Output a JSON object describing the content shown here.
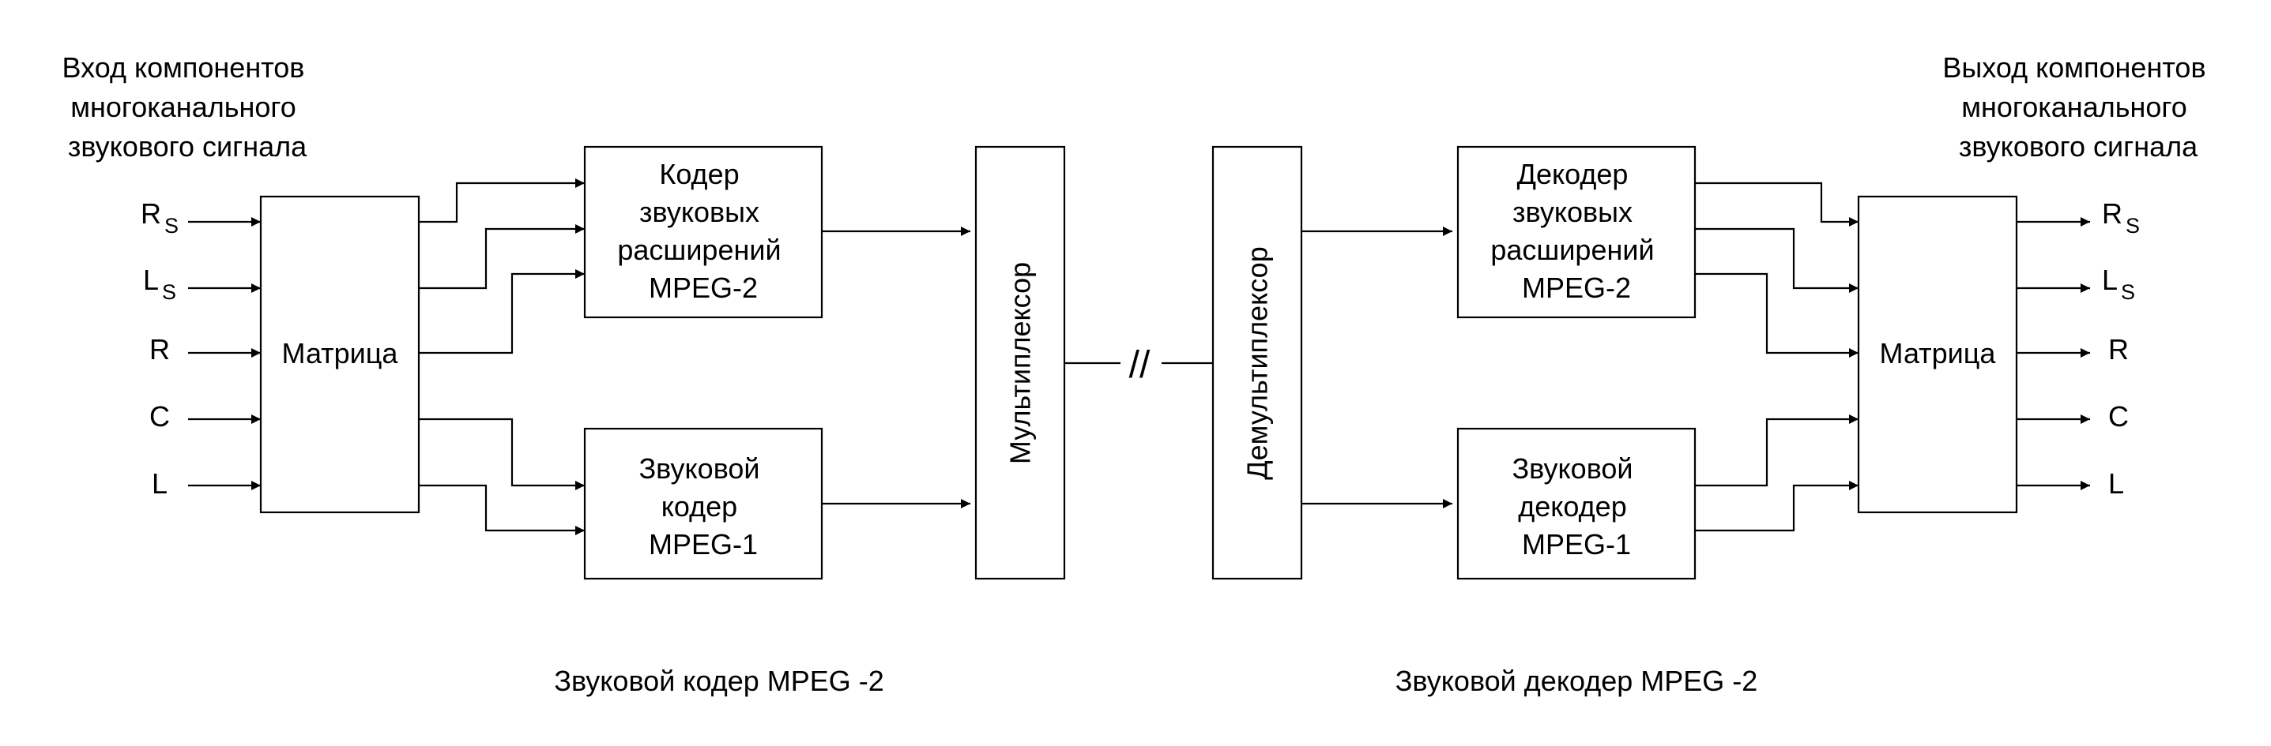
{
  "input_title": [
    "Вход компонентов",
    "многоканального",
    "звукового сигнала"
  ],
  "output_title": [
    "Выход компонентов",
    "многоканального",
    "звукового сигнала"
  ],
  "channels": [
    {
      "main": "R",
      "sub": "S"
    },
    {
      "main": "L",
      "sub": "S"
    },
    {
      "main": "R",
      "sub": ""
    },
    {
      "main": "C",
      "sub": ""
    },
    {
      "main": "L",
      "sub": ""
    }
  ],
  "blocks": {
    "matrix_in": [
      "Матрица"
    ],
    "ext_encoder": [
      "Кодер",
      "звуковых",
      "расширений",
      "MPEG-2"
    ],
    "mpeg1_encoder": [
      "Звуковой",
      "кодер",
      "MPEG-1"
    ],
    "multiplexer": [
      "Мультиплексор"
    ],
    "demultiplexer": [
      "Демультиплексор"
    ],
    "ext_decoder": [
      "Декодер",
      "звуковых",
      "расширений",
      "MPEG-2"
    ],
    "mpeg1_decoder": [
      "Звуковой",
      "декодер",
      "MPEG-1"
    ],
    "matrix_out": [
      "Матрица"
    ]
  },
  "channel_break": "//",
  "captions": {
    "encoder": "Звуковой кодер MPEG -2",
    "decoder": "Звуковой декодер MPEG -2"
  }
}
